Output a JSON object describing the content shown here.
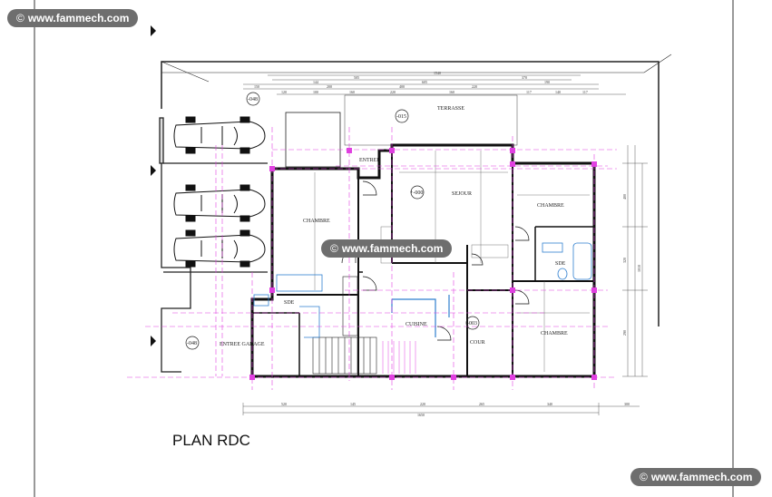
{
  "watermarks": {
    "top": "www.fammech.com",
    "middle": "www.fammech.com",
    "bottom": "www.fammech.com",
    "copyright_symbol": "©"
  },
  "plan_title": "PLAN RDC",
  "rooms": {
    "terrasse": "TERRASSE",
    "entree": "ENTREE",
    "sejour": "SEJOUR",
    "chambre_left": "CHAMBRE",
    "chambre_right_top": "CHAMBRE",
    "chambre_right_bottom": "CHAMBRE",
    "sde_right": "SDE",
    "sde_left": "SDE",
    "cuisine": "CUISINE",
    "cour": "COUR",
    "entree_garage": "ENTREE GARAGE"
  },
  "levels": {
    "garden": "-048",
    "terrasse": "-015",
    "sejour": "+-000",
    "cour": "-003",
    "garage": "-048"
  },
  "dimensions": {
    "top_total": "1540",
    "top_row2": [
      "505",
      "370"
    ],
    "top_row3": [
      "144",
      "605",
      "190"
    ],
    "top_row4": [
      "150",
      "200",
      "400",
      "220"
    ],
    "top_row5": [
      "120",
      "100",
      "160",
      "220",
      "160",
      "117",
      "140",
      "117"
    ],
    "bottom_row1": [
      "520",
      "145",
      "220",
      "265",
      "340",
      "300"
    ],
    "bottom_total": "1650",
    "right_total": "1010",
    "right_parts": [
      "400",
      "320",
      "290"
    ]
  },
  "colors": {
    "axis_lines": "#e040e0",
    "plumbing": "#2f7fcf",
    "walls": "#222222",
    "watermark_bg": "#6e6e6e"
  }
}
